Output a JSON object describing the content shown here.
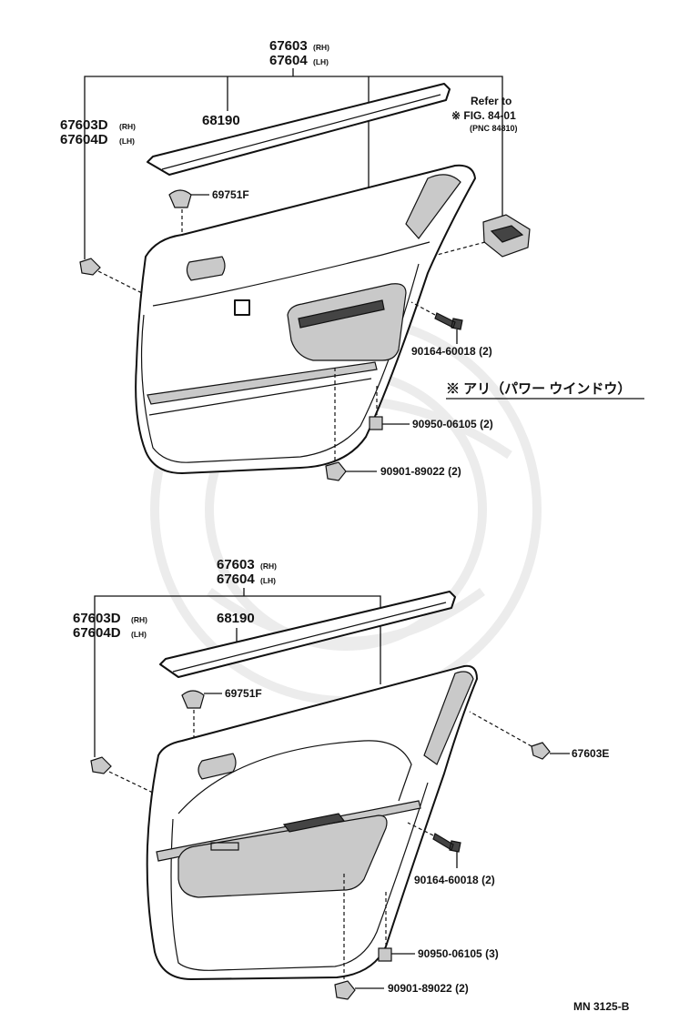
{
  "upper": {
    "panel_rh": "67603",
    "panel_rh_side": "(RH)",
    "panel_lh": "67604",
    "panel_lh_side": "(LH)",
    "board_rh": "67603D",
    "board_rh_side": "(RH)",
    "board_lh": "67604D",
    "board_lh_side": "(LH)",
    "weatherstrip": "68190",
    "clip": "69751F",
    "refer_line1": "Refer  to",
    "refer_line2": "※ FIG. 84-01",
    "refer_line3": "(PNC  84810)",
    "screw": "90164-60018 (2)",
    "option_note": "※ アリ（パワー ウインドウ）",
    "cover": "90950-06105 (2)",
    "nut": "90901-89022 (2)"
  },
  "lower": {
    "panel_rh": "67603",
    "panel_rh_side": "(RH)",
    "panel_lh": "67604",
    "panel_lh_side": "(LH)",
    "board_rh": "67603D",
    "board_rh_side": "(RH)",
    "board_lh": "67604D",
    "board_lh_side": "(LH)",
    "weatherstrip": "68190",
    "clip": "69751F",
    "clip_e": "67603E",
    "screw": "90164-60018 (2)",
    "cover": "90950-06105 (3)",
    "nut": "90901-89022 (2)"
  },
  "figure_code": "MN 3125-B"
}
